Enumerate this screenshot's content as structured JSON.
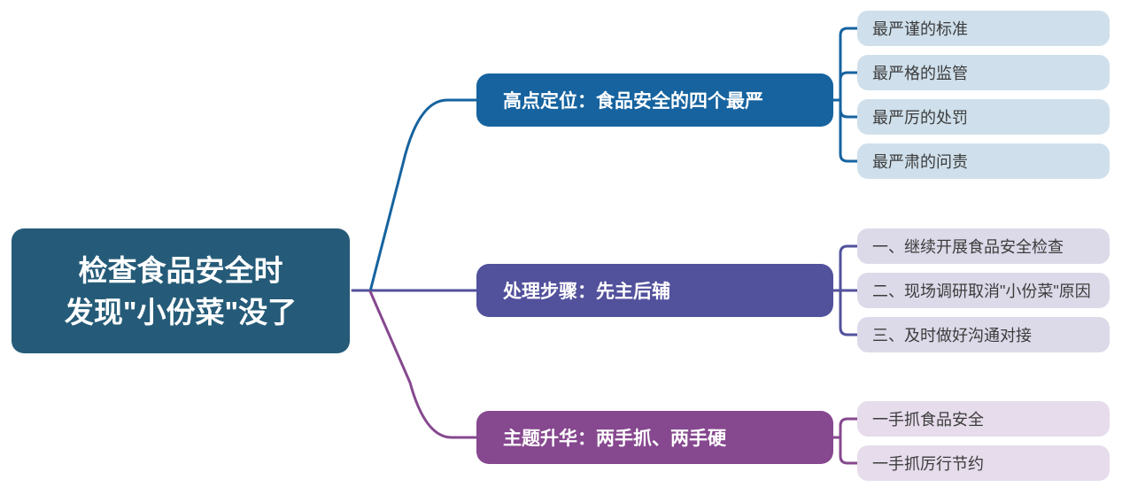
{
  "diagram": {
    "type": "mindmap",
    "palette": {
      "root_fill": "#255b78",
      "branch1_fill": "#16639f",
      "branch2_fill": "#52519c",
      "branch3_fill": "#86488f",
      "branch1_child_fill": "#cfe0ec",
      "branch2_child_fill": "#dcdae9",
      "branch3_child_fill": "#e6dcec",
      "node_text": "#ffffff",
      "child_text": "#3c3c3c"
    },
    "root": {
      "line1": "检查食品安全时",
      "line2": "发现\"小份菜\"没了"
    },
    "branches": [
      {
        "label": "高点定位：食品安全的四个最严",
        "color": "#16639f",
        "children": [
          "最严谨的标准",
          "最严格的监管",
          "最严厉的处罚",
          "最严肃的问责"
        ]
      },
      {
        "label": "处理步骤：先主后辅",
        "color": "#52519c",
        "children": [
          "一、继续开展食品安全检查",
          "二、现场调研取消\"小份菜\"原因",
          "三、及时做好沟通对接"
        ]
      },
      {
        "label": "主题升华：两手抓、两手硬",
        "color": "#86488f",
        "children": [
          "一手抓食品安全",
          "一手抓厉行节约"
        ]
      }
    ]
  }
}
